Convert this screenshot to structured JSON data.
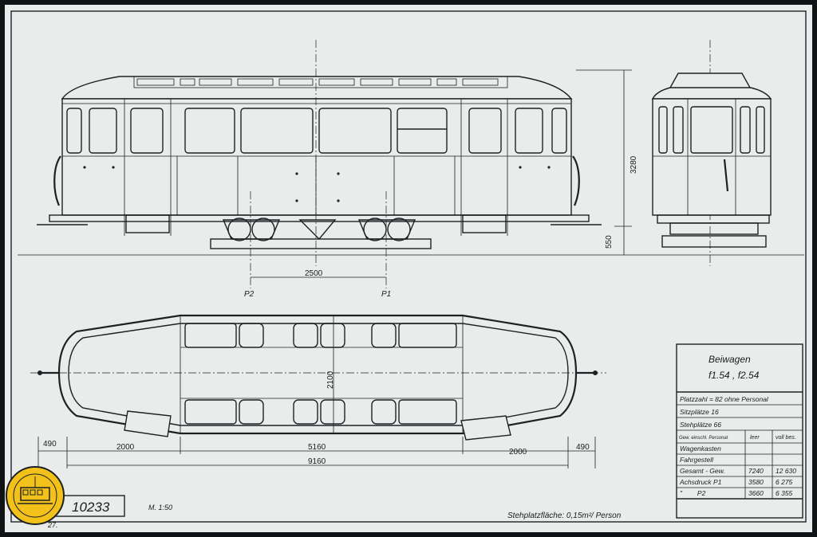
{
  "title_block": {
    "title": "Beiwagen",
    "subtitle": "f1.54 , f2.54",
    "rows": [
      "Platzzahl = 82 ohne Personal",
      "Sitzplätze 16",
      "Stehplätze 66"
    ],
    "weight_header": {
      "label": "Gew. einschl. Personal",
      "col1": "leer",
      "col2": "voll bes."
    },
    "weights": [
      {
        "label": "Wagenkasten",
        "empty": "",
        "full": ""
      },
      {
        "label": "Fahrgestell",
        "empty": "",
        "full": ""
      },
      {
        "label": "Gesamt - Gew.",
        "empty": "7240",
        "full": "12 630"
      },
      {
        "label": "Achsdruck P1",
        "empty": "3580",
        "full": "6 275"
      },
      {
        "label": "\"        P2",
        "empty": "3660",
        "full": "6 355"
      }
    ]
  },
  "dimensions": {
    "height": "3280",
    "floor_height": "550",
    "bogie_spacing": "2500",
    "width": "2100",
    "overhang_left": "490",
    "end_left": "2000",
    "center": "5160",
    "end_right": "2000",
    "overhang_right": "490",
    "total_length": "9160"
  },
  "axle_labels": {
    "p2": "P2",
    "p1": "P1"
  },
  "drawing_number": "10233",
  "date_note": "27.",
  "signature": "",
  "scale": "M. 1:50",
  "standing_note": "Stehplatzfläche: 0,15m²/ Person",
  "colors": {
    "paper": "#e9ecea",
    "ink": "#1d2124",
    "badge": "#f2c21b"
  },
  "badge_icon": "tram-club-logo"
}
